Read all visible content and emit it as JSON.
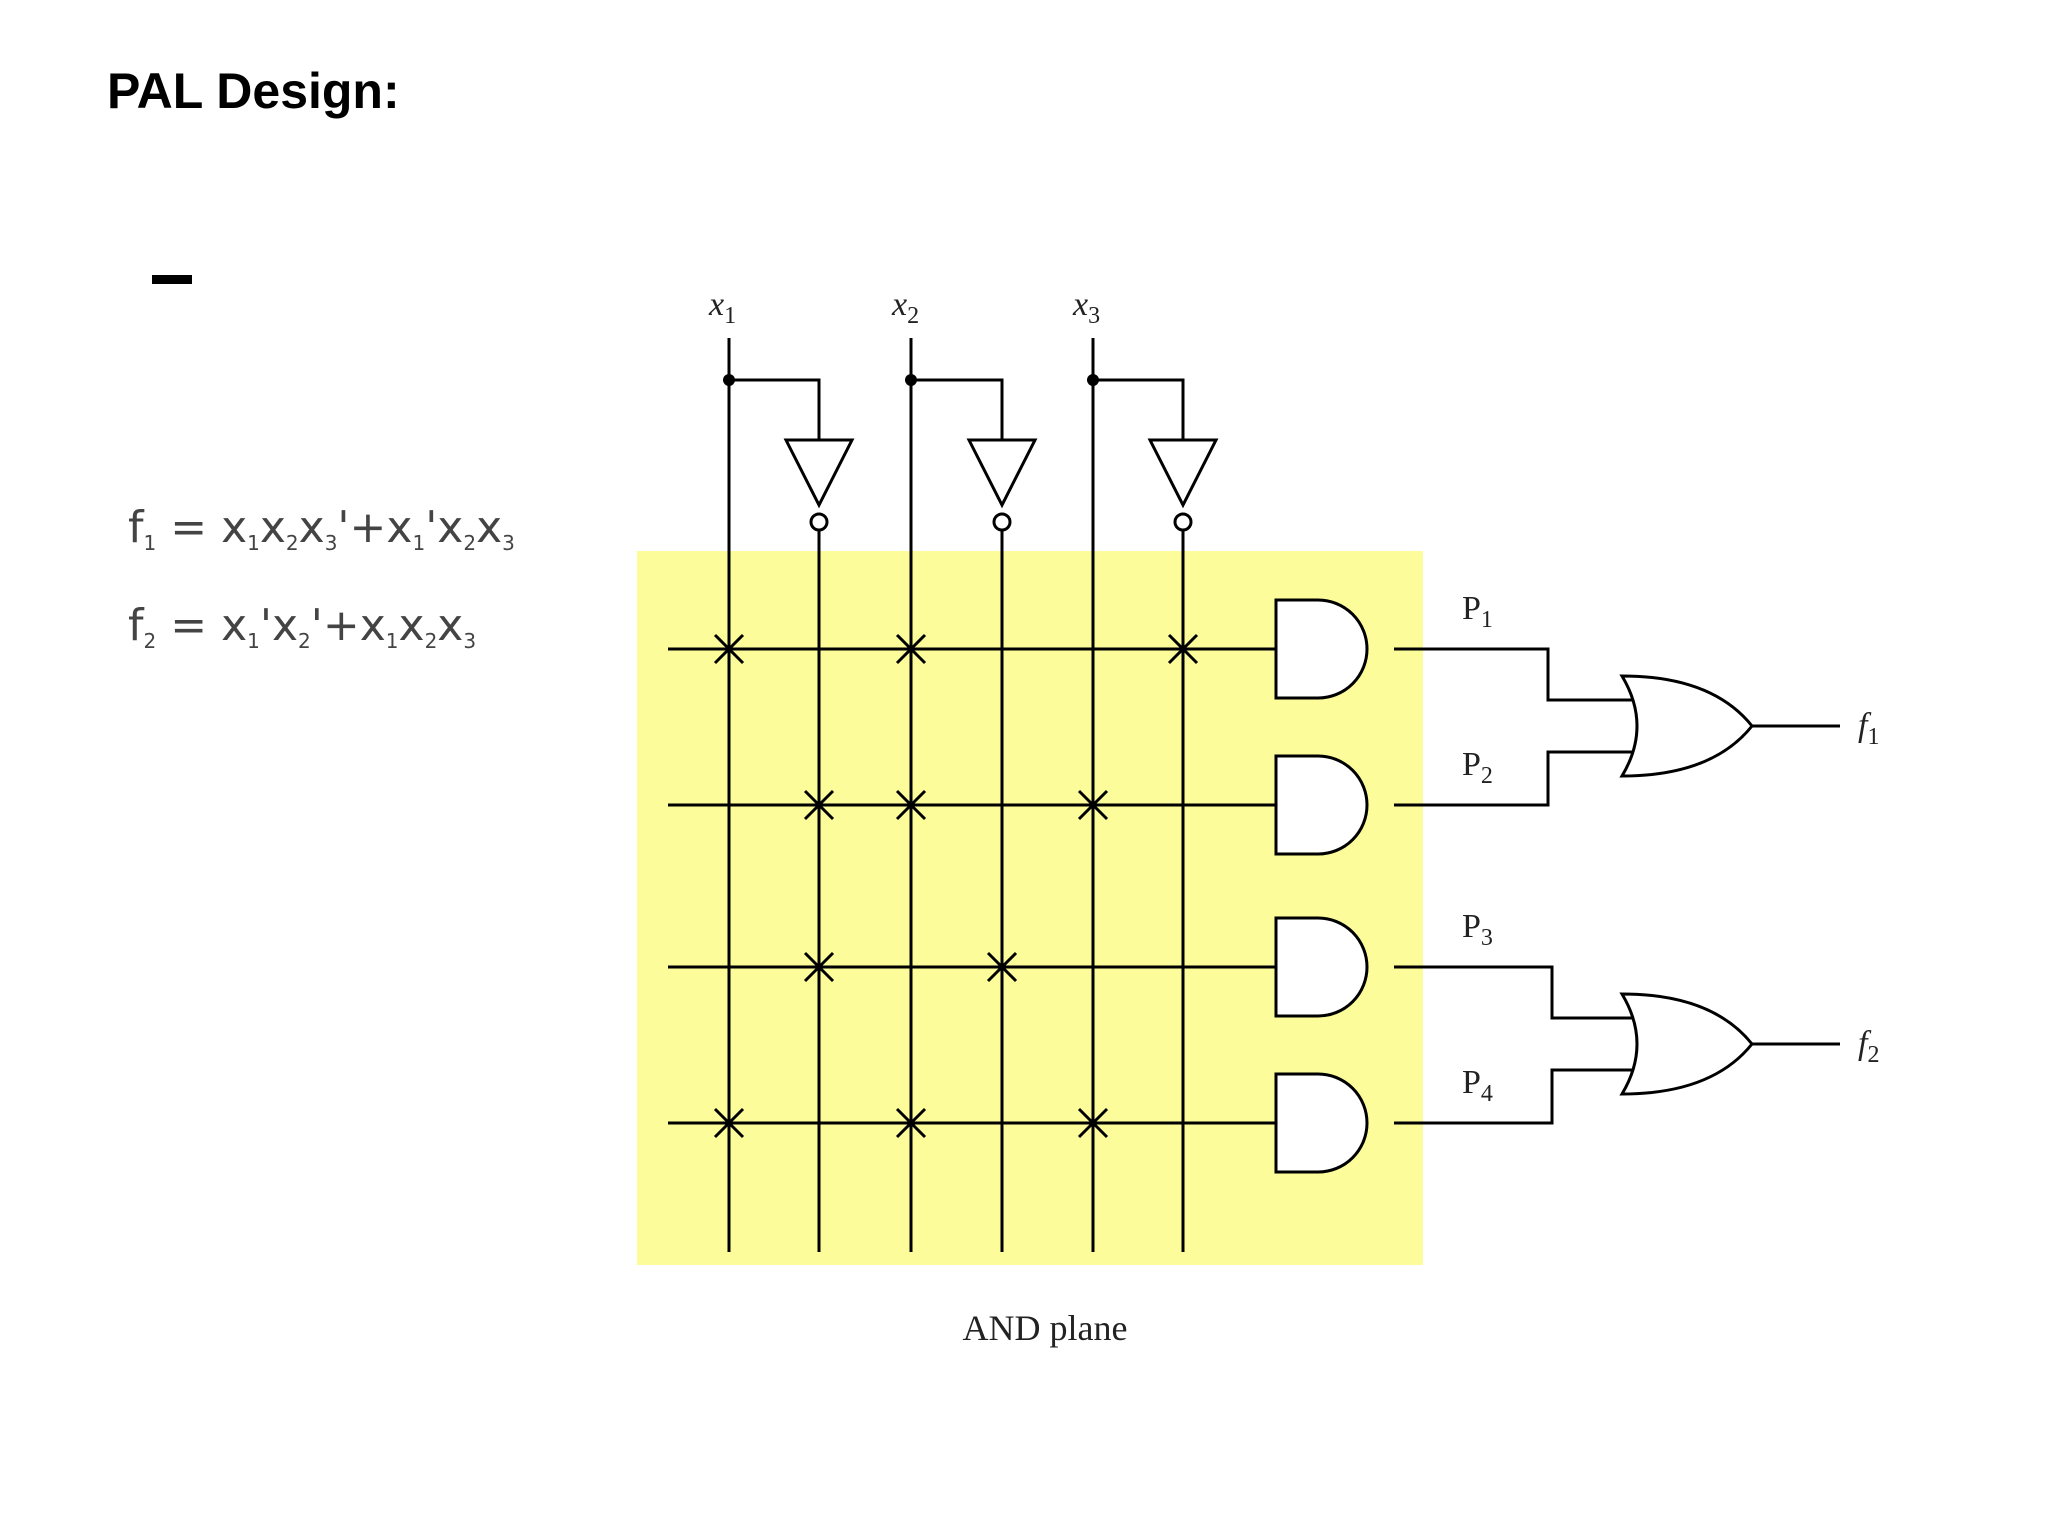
{
  "title": "PAL Design:",
  "bullet_icon": "dash-bullet",
  "equations": {
    "f1": {
      "name": "f",
      "name_sub": "1",
      "eq": "=",
      "terms": [
        {
          "v": "x",
          "s": "1"
        },
        {
          "v": "x",
          "s": "2"
        },
        {
          "v": "x",
          "s": "3",
          "p": "'"
        },
        {
          "op": "+"
        },
        {
          "v": "x",
          "s": "1",
          "p": "'"
        },
        {
          "v": "x",
          "s": "2"
        },
        {
          "v": "x",
          "s": "3"
        }
      ]
    },
    "f2": {
      "name": "f",
      "name_sub": "2",
      "eq": "=",
      "terms": [
        {
          "v": "x",
          "s": "1",
          "p": "'"
        },
        {
          "v": "x",
          "s": "2",
          "p": "'"
        },
        {
          "op": "+"
        },
        {
          "v": "x",
          "s": "1"
        },
        {
          "v": "x",
          "s": "2"
        },
        {
          "v": "x",
          "s": "3"
        }
      ]
    }
  },
  "diagram": {
    "inputs": [
      {
        "base": "x",
        "sub": "1"
      },
      {
        "base": "x",
        "sub": "2"
      },
      {
        "base": "x",
        "sub": "3"
      }
    ],
    "products": [
      {
        "base": "P",
        "sub": "1"
      },
      {
        "base": "P",
        "sub": "2"
      },
      {
        "base": "P",
        "sub": "3"
      },
      {
        "base": "P",
        "sub": "4"
      }
    ],
    "outputs": [
      {
        "base": "f",
        "sub": "1"
      },
      {
        "base": "f",
        "sub": "2"
      }
    ],
    "plane_label": "AND plane",
    "plane_color": "#fcfc9a",
    "line_color": "#000000",
    "connection_marks": [
      {
        "term": "P1",
        "line": "x1"
      },
      {
        "term": "P1",
        "line": "x2"
      },
      {
        "term": "P1",
        "line": "x3'"
      },
      {
        "term": "P2",
        "line": "x1'"
      },
      {
        "term": "P2",
        "line": "x2"
      },
      {
        "term": "P2",
        "line": "x3"
      },
      {
        "term": "P3",
        "line": "x1'"
      },
      {
        "term": "P3",
        "line": "x2'"
      },
      {
        "term": "P4",
        "line": "x1"
      },
      {
        "term": "P4",
        "line": "x2"
      },
      {
        "term": "P4",
        "line": "x3"
      }
    ]
  }
}
